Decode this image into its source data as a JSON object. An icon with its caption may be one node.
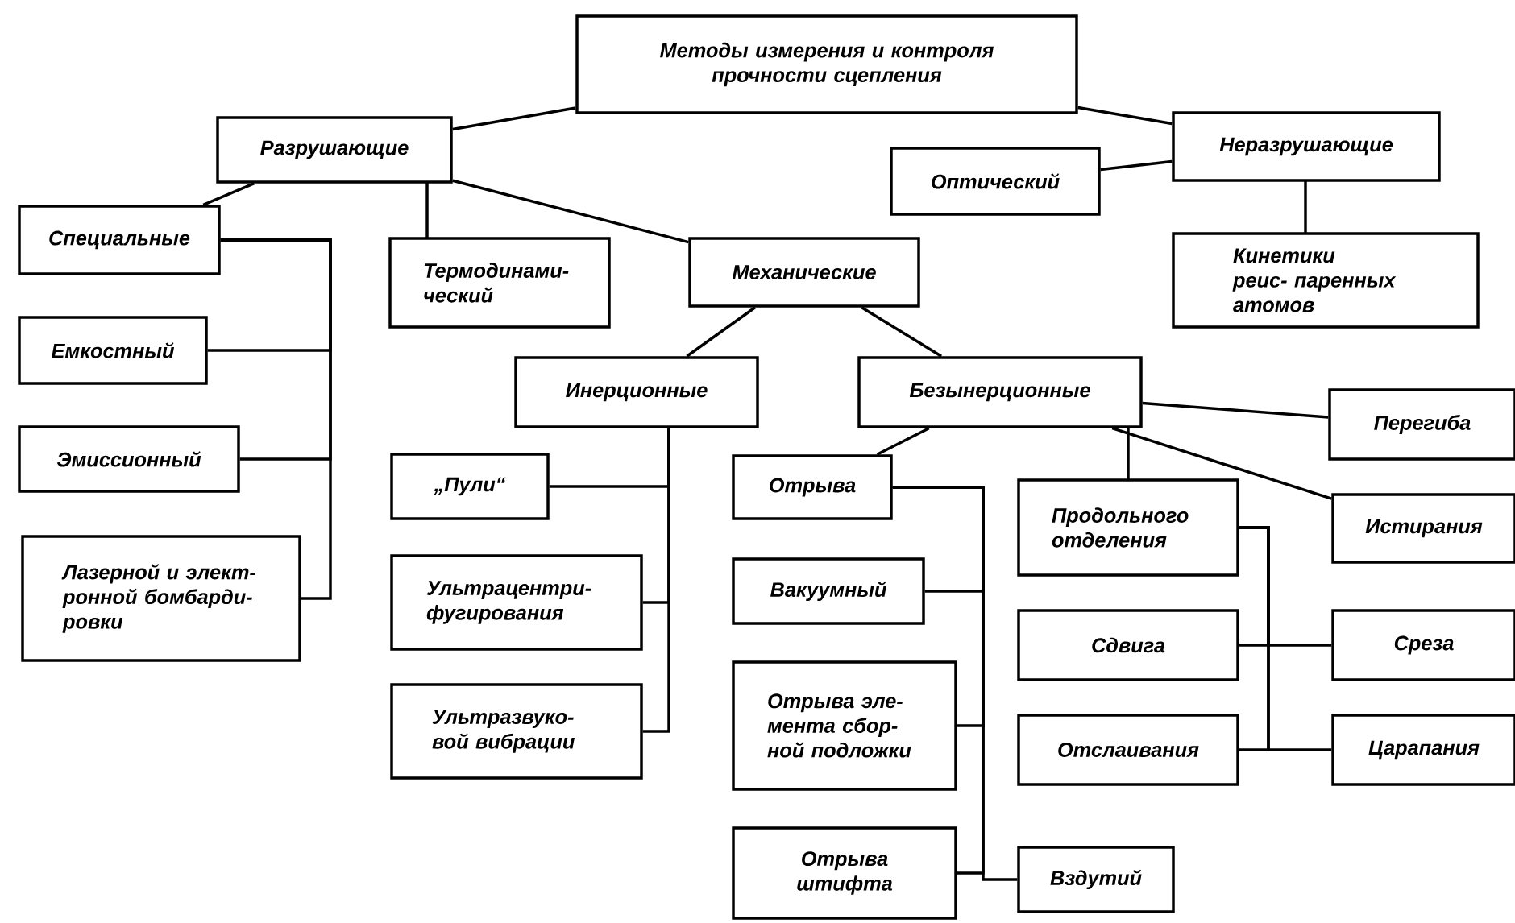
{
  "diagram": {
    "nodes": [
      {
        "text": [
          "Методы измерения и контроля прочности сцепления"
        ]
      },
      {
        "text": [
          "Разрушающие"
        ]
      },
      {
        "text": [
          "Неразрушающие"
        ]
      },
      {
        "text": [
          "Оптический"
        ]
      },
      {
        "text": [
          "Кинетики реис- паренных атомов"
        ]
      },
      {
        "text": [
          "Специальные"
        ]
      },
      {
        "text": [
          "Термодинами- ческий"
        ]
      },
      {
        "text": [
          "Механические"
        ]
      },
      {
        "text": [
          "Емкостный"
        ]
      },
      {
        "text": [
          "Эмиссионный"
        ]
      },
      {
        "text": [
          "Лазерной и элект- ронной бомбарди- ровки"
        ]
      },
      {
        "text": [
          "Инерционные"
        ]
      },
      {
        "text": [
          "Безынерционные"
        ]
      },
      {
        "text": [
          "Перегиба"
        ]
      },
      {
        "text": [
          "„Пули“"
        ]
      },
      {
        "text": [
          "Отрыва"
        ]
      },
      {
        "text": [
          "Продольного отделения"
        ]
      },
      {
        "text": [
          "Истирания"
        ]
      },
      {
        "text": [
          "Вакуумный"
        ]
      },
      {
        "text": [
          "Ультрацентри- фугирования"
        ]
      },
      {
        "text": [
          "Сдвига"
        ]
      },
      {
        "text": [
          "Среза"
        ]
      },
      {
        "text": [
          "Отрыва эле- мента сбор- ной подложки"
        ]
      },
      {
        "text": [
          "Ультразвуко- вой вибрации"
        ]
      },
      {
        "text": [
          "Отслаивания"
        ]
      },
      {
        "text": [
          "Царапания"
        ]
      },
      {
        "text": [
          "Отрыва штифта"
        ]
      },
      {
        "text": [
          "Вздутий"
        ]
      }
    ],
    "edges": [
      {
        "from": 0,
        "to": 1,
        "arrow": "none"
      },
      {
        "from": 0,
        "to": 2,
        "arrow": "none"
      },
      {
        "from": 2,
        "to": 3,
        "arrow": "none"
      },
      {
        "from": 2,
        "to": 4,
        "arrow": "none"
      },
      {
        "from": 1,
        "to": 5,
        "arrow": "none"
      },
      {
        "from": 1,
        "to": 6,
        "arrow": "none"
      },
      {
        "from": 1,
        "to": 7,
        "arrow": "none"
      },
      {
        "from": 5,
        "to": 8,
        "arrow": "none"
      },
      {
        "from": 5,
        "to": 9,
        "arrow": "none"
      },
      {
        "from": 5,
        "to": 10,
        "arrow": "none"
      },
      {
        "from": 7,
        "to": 11,
        "arrow": "none"
      },
      {
        "from": 7,
        "to": 12,
        "arrow": "none"
      },
      {
        "from": 11,
        "to": 14,
        "arrow": "none"
      },
      {
        "from": 11,
        "to": 19,
        "arrow": "none"
      },
      {
        "from": 11,
        "to": 23,
        "arrow": "none"
      },
      {
        "from": 12,
        "to": 15,
        "arrow": "none"
      },
      {
        "from": 12,
        "to": 16,
        "arrow": "none"
      },
      {
        "from": 12,
        "to": 13,
        "arrow": "none"
      },
      {
        "from": 12,
        "to": 17,
        "arrow": "none"
      },
      {
        "from": 15,
        "to": 18,
        "arrow": "none"
      },
      {
        "from": 15,
        "to": 22,
        "arrow": "none"
      },
      {
        "from": 15,
        "to": 26,
        "arrow": "none"
      },
      {
        "from": 15,
        "to": 27,
        "arrow": "none"
      },
      {
        "from": 16,
        "to": 20,
        "arrow": "none"
      },
      {
        "from": 16,
        "to": 21,
        "arrow": "none"
      },
      {
        "from": 16,
        "to": 24,
        "arrow": "none"
      },
      {
        "from": 16,
        "to": 25,
        "arrow": "none"
      }
    ]
  }
}
